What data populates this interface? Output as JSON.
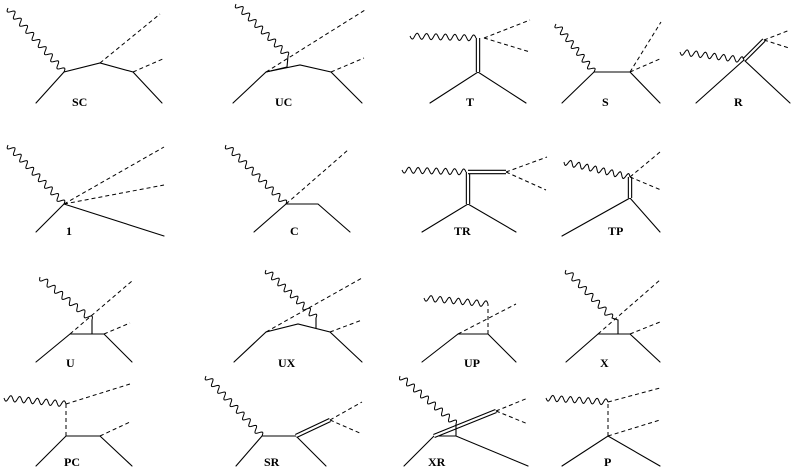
{
  "diagrams": [
    {
      "id": "SC",
      "label": "SC"
    },
    {
      "id": "UC",
      "label": "UC"
    },
    {
      "id": "T",
      "label": "T"
    },
    {
      "id": "S",
      "label": "S"
    },
    {
      "id": "R",
      "label": "R"
    },
    {
      "id": "1",
      "label": "1"
    },
    {
      "id": "C",
      "label": "C"
    },
    {
      "id": "TR",
      "label": "TR"
    },
    {
      "id": "TP",
      "label": "TP"
    },
    {
      "id": "U",
      "label": "U"
    },
    {
      "id": "UX",
      "label": "UX"
    },
    {
      "id": "UP",
      "label": "UP"
    },
    {
      "id": "X",
      "label": "X"
    },
    {
      "id": "PC",
      "label": "PC"
    },
    {
      "id": "SR",
      "label": "SR"
    },
    {
      "id": "XR",
      "label": "XR"
    },
    {
      "id": "P",
      "label": "P"
    }
  ]
}
